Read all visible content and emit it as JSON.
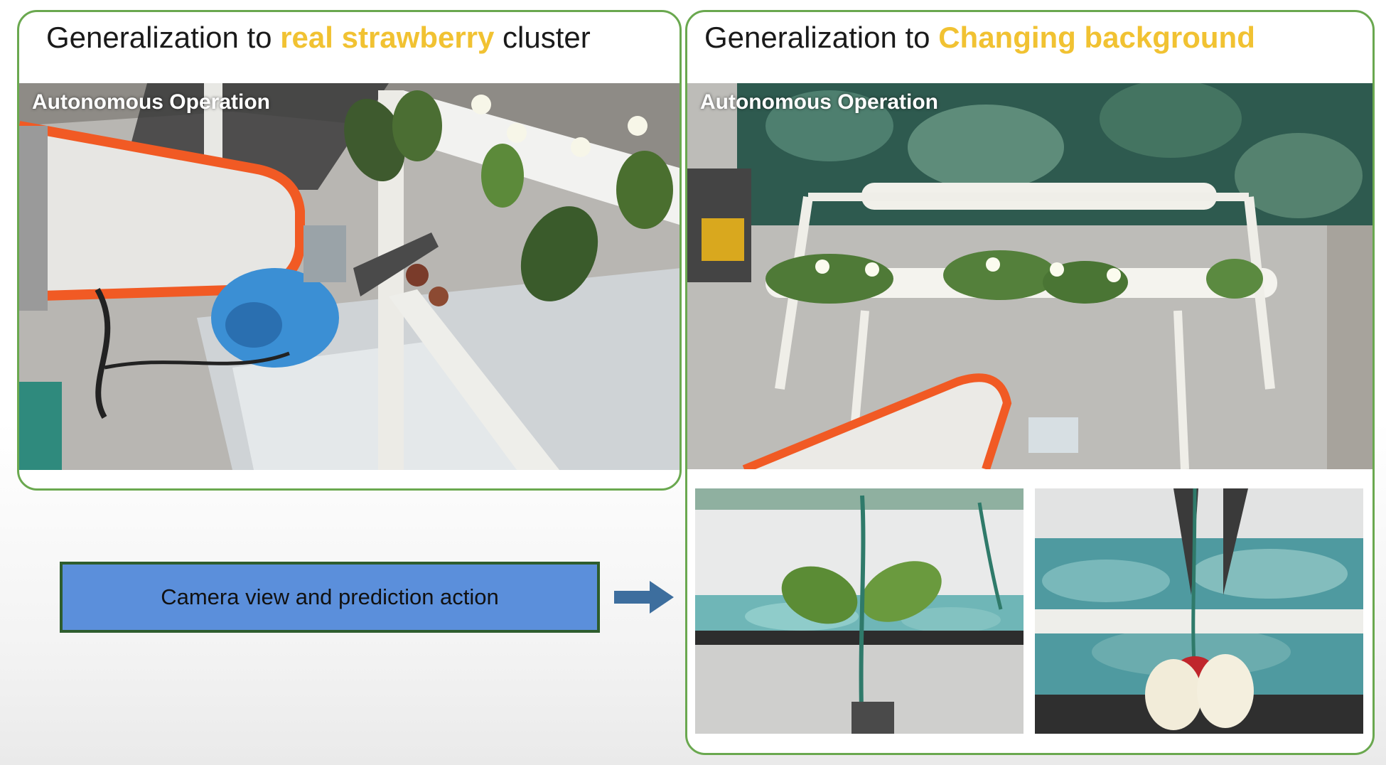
{
  "left_panel": {
    "title_prefix": "Generalization to ",
    "title_highlight": "real strawberry",
    "title_suffix": " cluster",
    "video_label": "Autonomous Operation"
  },
  "right_panel": {
    "title_prefix": "Generalization to ",
    "title_highlight": "Changing background",
    "video_label": "Autonomous Operation"
  },
  "action_box": {
    "label": "Camera view and prediction action"
  },
  "colors": {
    "panel_border": "#6aa84f",
    "highlight": "#f1c232",
    "action_fill": "#5b8fdb",
    "action_border": "#2e5d2e",
    "arrow": "#3d6e9e"
  },
  "icons": {
    "arrow": "right-arrow-icon"
  }
}
